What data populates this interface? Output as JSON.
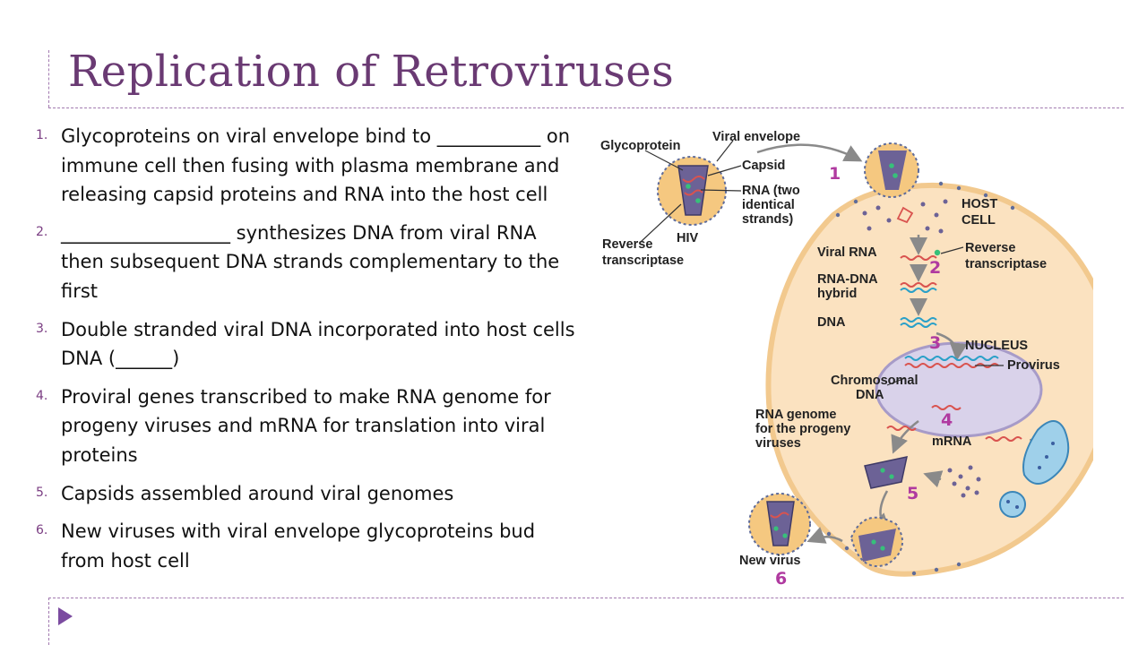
{
  "title": "Replication of Retroviruses",
  "steps": [
    {
      "num": "1.",
      "text": "Glycoproteins on viral envelope bind to ___________ on immune cell then fusing with plasma membrane and releasing capsid proteins and RNA into the host cell"
    },
    {
      "num": "2.",
      "text": "__________________ synthesizes DNA from viral RNA then subsequent DNA strands complementary to the first"
    },
    {
      "num": "3.",
      "text": "Double stranded viral DNA incorporated into host cells DNA (______)"
    },
    {
      "num": "4.",
      "text": "Proviral genes transcribed to make RNA genome for progeny viruses and mRNA for translation into viral proteins"
    },
    {
      "num": "5.",
      "text": "Capsids assembled around viral genomes"
    },
    {
      "num": "6.",
      "text": "New viruses with viral envelope glycoproteins bud from host cell"
    }
  ],
  "diagram": {
    "labels": {
      "glycoprotein": "Glycoprotein",
      "viral_envelope": "Viral envelope",
      "capsid": "Capsid",
      "rna_line1": "RNA (two",
      "rna_line2": "identical",
      "rna_line3": "strands)",
      "hiv": "HIV",
      "rt_left_line1": "Reverse",
      "rt_left_line2": "transcriptase",
      "host_line1": "HOST",
      "host_line2": "CELL",
      "viral_rna": "Viral RNA",
      "rt_right_line1": "Reverse",
      "rt_right_line2": "transcriptase",
      "hybrid_line1": "RNA-DNA",
      "hybrid_line2": "hybrid",
      "dna": "DNA",
      "nucleus": "NUCLEUS",
      "provirus": "Provirus",
      "chromosomal_line1": "Chromosomal",
      "chromosomal_line2": "DNA",
      "rna_genome_line1": "RNA genome",
      "rna_genome_line2": "for the progeny",
      "rna_genome_line3": "viruses",
      "mrna": "mRNA",
      "new_virus": "New virus"
    },
    "step_numbers": [
      "1",
      "2",
      "3",
      "4",
      "5",
      "6"
    ],
    "colors": {
      "cell_fill": "#fbe2c0",
      "cell_border": "#f2c98e",
      "nucleus_fill": "#d9d2ea",
      "virus_envelope": "#f5c880",
      "virus_capsid": "#6c6296",
      "rna_strand": "#d9534f",
      "dna_strand": "#2aa0c8",
      "step_number": "#b03aa0"
    }
  }
}
